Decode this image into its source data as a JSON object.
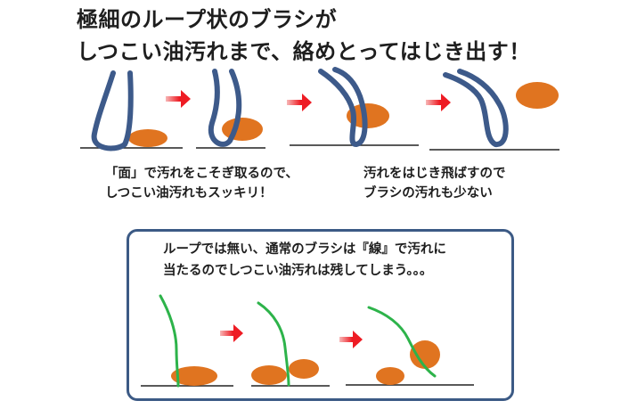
{
  "heading": {
    "line1": "極細のループ状のブラシが",
    "line2": "しつこい油汚れまで、絡めとってはじき出す！"
  },
  "captions": {
    "left": [
      "「面」で汚れをこそぎ取るので、",
      "しつこい油汚れもスッキリ！"
    ],
    "right": [
      "汚れをはじき飛ばすので",
      "ブラシの汚れも少ない"
    ]
  },
  "panel": {
    "lines": [
      "ループでは無い、通常のブラシは『線』で汚れに",
      "当たるのでしつこい油汚れは残してしまう。。。"
    ]
  },
  "colors": {
    "loop_brush": "#3d5a8a",
    "normal_brush": "#2db34a",
    "dirt": "#e07420",
    "arrow": "#ee1c24",
    "panel_border": "#3c5a85"
  }
}
